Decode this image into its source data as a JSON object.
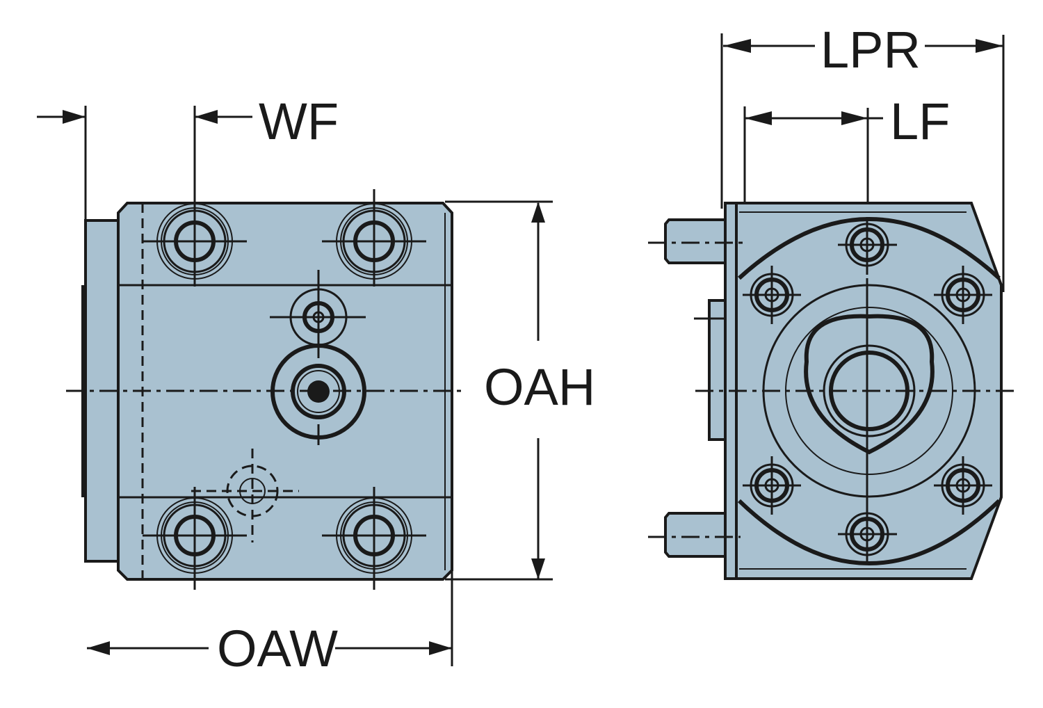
{
  "drawing": {
    "colors": {
      "body": "#a9c1d0",
      "line": "#1a1a1a",
      "background": "#ffffff"
    },
    "front_view": {
      "labels": {
        "wf": "WF",
        "oah": "OAH",
        "oaw": "OAW"
      }
    },
    "side_view": {
      "labels": {
        "lpr": "LPR",
        "lf": "LF"
      }
    }
  }
}
